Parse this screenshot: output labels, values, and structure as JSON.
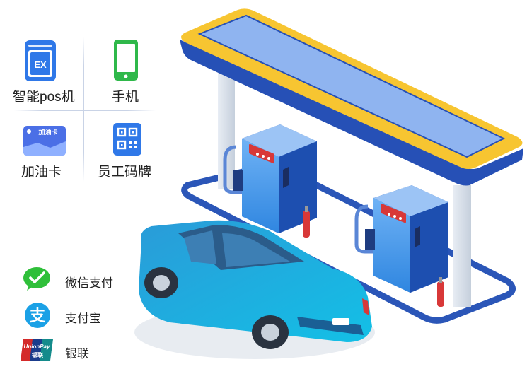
{
  "methods": [
    {
      "label": "智能pos机",
      "icon": "pos-terminal-icon",
      "icon_text": "EX"
    },
    {
      "label": "手机",
      "icon": "mobile-phone-icon"
    },
    {
      "label": "加油卡",
      "icon": "fuel-card-icon",
      "icon_text": "加油卡"
    },
    {
      "label": "员工码牌",
      "icon": "qr-code-icon"
    }
  ],
  "payments": [
    {
      "label": "微信支付",
      "icon": "wechat-pay-icon"
    },
    {
      "label": "支付宝",
      "icon": "alipay-icon",
      "icon_text": "支"
    },
    {
      "label": "银联",
      "icon": "unionpay-icon",
      "icon_text": "UnionPay",
      "icon_subtext": "银联"
    }
  ],
  "colors": {
    "accent_blue": "#2f78e8",
    "wechat_green": "#2fbf3a",
    "alipay_blue": "#1ba1e6",
    "canopy_yellow": "#f7c531",
    "car_teal": "#1e8fd0"
  }
}
